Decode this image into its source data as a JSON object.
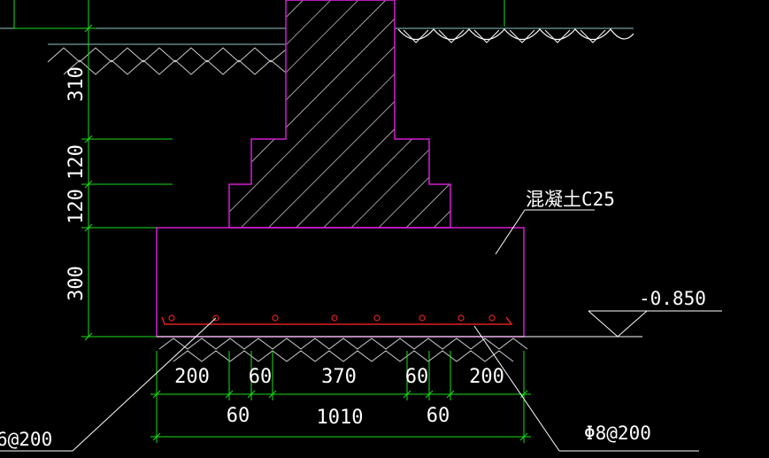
{
  "colors": {
    "background": "#000000",
    "wall": "#d21ed2",
    "dimension": "#19e019",
    "ground": "#ffffff",
    "groundLine": "#8ec6c6",
    "rebar": "#e02020",
    "text": "#ffffff"
  },
  "labels": {
    "concrete": "混凝土C25",
    "elevation": "-0.850",
    "rebarMain": "Φ8@200",
    "rebarDist": "6@200"
  },
  "verticalDims": {
    "d310": "310",
    "d120a": "120",
    "d120b": "120",
    "d300": "300"
  },
  "horizontalDims": {
    "d200a": "200",
    "d60a": "60",
    "d370": "370",
    "d60b": "60",
    "d200b": "200",
    "d60c": "60",
    "d1010": "1010",
    "d60d": "60"
  }
}
